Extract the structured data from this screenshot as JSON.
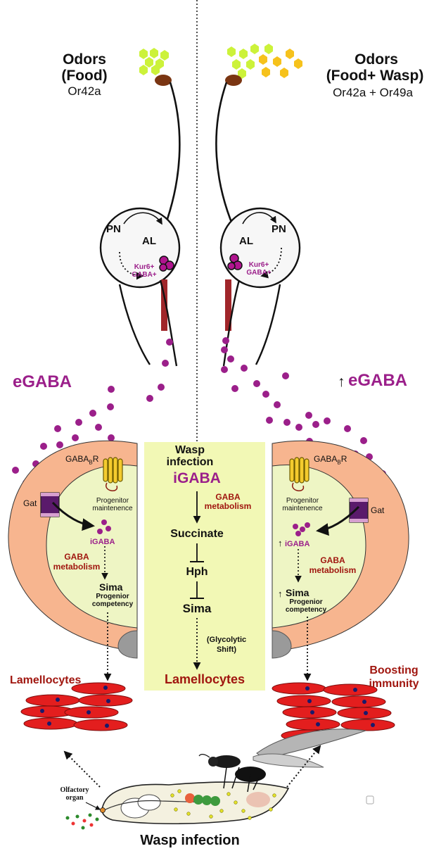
{
  "colors": {
    "purple": "#9b1f8a",
    "dark_red": "#a0160f",
    "orange_zone": "#f7b58f",
    "inner_zone": "#eef5c4",
    "center_box": "#f2f8b5",
    "food_odor": "#ccf23a",
    "wasp_odor": "#f6c21c",
    "lamellocyte": "#e31e1e"
  },
  "left": {
    "odor_title_line1": "Odors",
    "odor_title_line2": "(Food)",
    "receptor": "Or42a",
    "pn": "PN",
    "al": "AL",
    "kur_line1": "Kur6+",
    "kur_line2": "GABA+",
    "egaba": "eGABA",
    "gabab_r": "GABA",
    "gabab_sub": "B",
    "gabab_r_suffix": "R",
    "progenitor_line1": "Progenitor",
    "progenitor_line2": "maintenence",
    "gat": "Gat",
    "igaba": "iGABA",
    "gaba_metab_line1": "GABA",
    "gaba_metab_line2": "metabolism",
    "sima": "Sima",
    "competency_line1": "Progenior",
    "competency_line2": "competency",
    "lamellocytes": "Lamellocytes"
  },
  "right": {
    "odor_title_line1": "Odors",
    "odor_title_line2": "(Food+ Wasp)",
    "receptor": "Or42a + Or49a",
    "pn": "PN",
    "al": "AL",
    "kur_line1": "Kur6+",
    "kur_line2": "GABA+",
    "egaba": "eGABA",
    "up_arrow": "↑",
    "gabab_r": "GABA",
    "gabab_sub": "B",
    "gabab_r_suffix": "R",
    "progenitor_line1": "Progenitor",
    "progenitor_line2": "maintenence",
    "gat": "Gat",
    "igaba": "iGABA",
    "gaba_metab_line1": "GABA",
    "gaba_metab_line2": "metabolism",
    "sima": "Sima",
    "competency_line1": "Progenior",
    "competency_line2": "competency",
    "boosting_line1": "Boosting",
    "boosting_line2": "immunity"
  },
  "center": {
    "wasp_line1": "Wasp",
    "wasp_line2": "infection",
    "igaba": "iGABA",
    "gaba_line1": "GABA",
    "gaba_line2": "metabolism",
    "succinate": "Succinate",
    "hph": "Hph",
    "sima": "Sima",
    "glyco_line1": "(Glycolytic",
    "glyco_line2": "Shift)",
    "lamellocytes": "Lamellocytes"
  },
  "bottom": {
    "olfactory_line1": "Olfactory",
    "olfactory_line2": "organ",
    "wasp_infection": "Wasp infection"
  }
}
